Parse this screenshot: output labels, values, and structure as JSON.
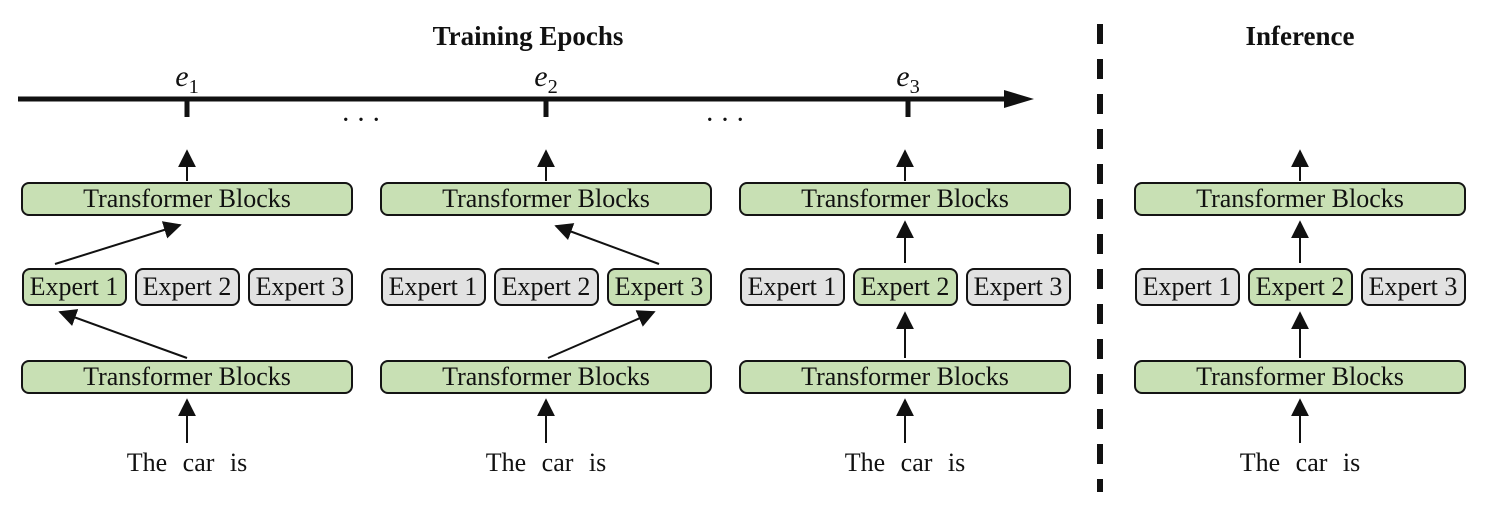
{
  "sections": {
    "training": {
      "title": "Training Epochs"
    },
    "inference": {
      "title": "Inference"
    }
  },
  "timeline": {
    "epochs": [
      {
        "base": "e",
        "sub": "1"
      },
      {
        "base": "e",
        "sub": "2"
      },
      {
        "base": "e",
        "sub": "3"
      }
    ],
    "ellipsis_left": "...",
    "ellipsis_right": "..."
  },
  "columns": [
    {
      "id": "training-epoch-1",
      "top_block": "Transformer Blocks",
      "bottom_block": "Transformer Blocks",
      "input_text": "The car is",
      "experts": [
        {
          "label": "Expert 1",
          "active": true
        },
        {
          "label": "Expert 2",
          "active": false
        },
        {
          "label": "Expert 3",
          "active": false
        }
      ]
    },
    {
      "id": "training-epoch-2",
      "top_block": "Transformer Blocks",
      "bottom_block": "Transformer Blocks",
      "input_text": "The car is",
      "experts": [
        {
          "label": "Expert 1",
          "active": false
        },
        {
          "label": "Expert 2",
          "active": false
        },
        {
          "label": "Expert 3",
          "active": true
        }
      ]
    },
    {
      "id": "training-epoch-3",
      "top_block": "Transformer Blocks",
      "bottom_block": "Transformer Blocks",
      "input_text": "The car is",
      "experts": [
        {
          "label": "Expert 1",
          "active": false
        },
        {
          "label": "Expert 2",
          "active": true
        },
        {
          "label": "Expert 3",
          "active": false
        }
      ]
    },
    {
      "id": "inference",
      "top_block": "Transformer Blocks",
      "bottom_block": "Transformer Blocks",
      "input_text": "The car is",
      "experts": [
        {
          "label": "Expert 1",
          "active": false
        },
        {
          "label": "Expert 2",
          "active": true
        },
        {
          "label": "Expert 3",
          "active": false
        }
      ]
    }
  ],
  "colors": {
    "active_fill": "#c8e0b4",
    "inactive_fill": "#e2e2e2",
    "box_border": "#141414",
    "arrow": "#111111",
    "background": "#ffffff"
  }
}
